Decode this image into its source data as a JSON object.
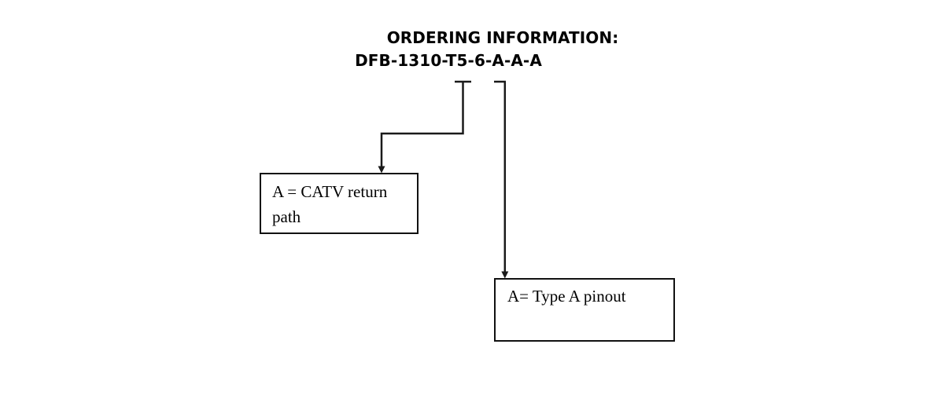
{
  "document": {
    "title_line_1": "ORDERING INFORMATION:",
    "title_line_2": "DFB-1310-T5-6-A-A-A"
  },
  "callouts": [
    {
      "id": "catv-return-path",
      "text": "A = CATV return\npath",
      "refers_to_segment": "A",
      "segment_index": 5
    },
    {
      "id": "type-a-pinout",
      "text": "A= Type A pinout",
      "refers_to_segment": "A",
      "segment_index": 6
    }
  ],
  "colors": {
    "line": "#1a1a1a",
    "text": "#000000",
    "background": "#ffffff",
    "box_border": "#111111"
  },
  "diagram": {
    "type": "callout-annotation",
    "part_number": "DFB-1310-T5-6-A-A-A",
    "leader_lines": 2
  }
}
